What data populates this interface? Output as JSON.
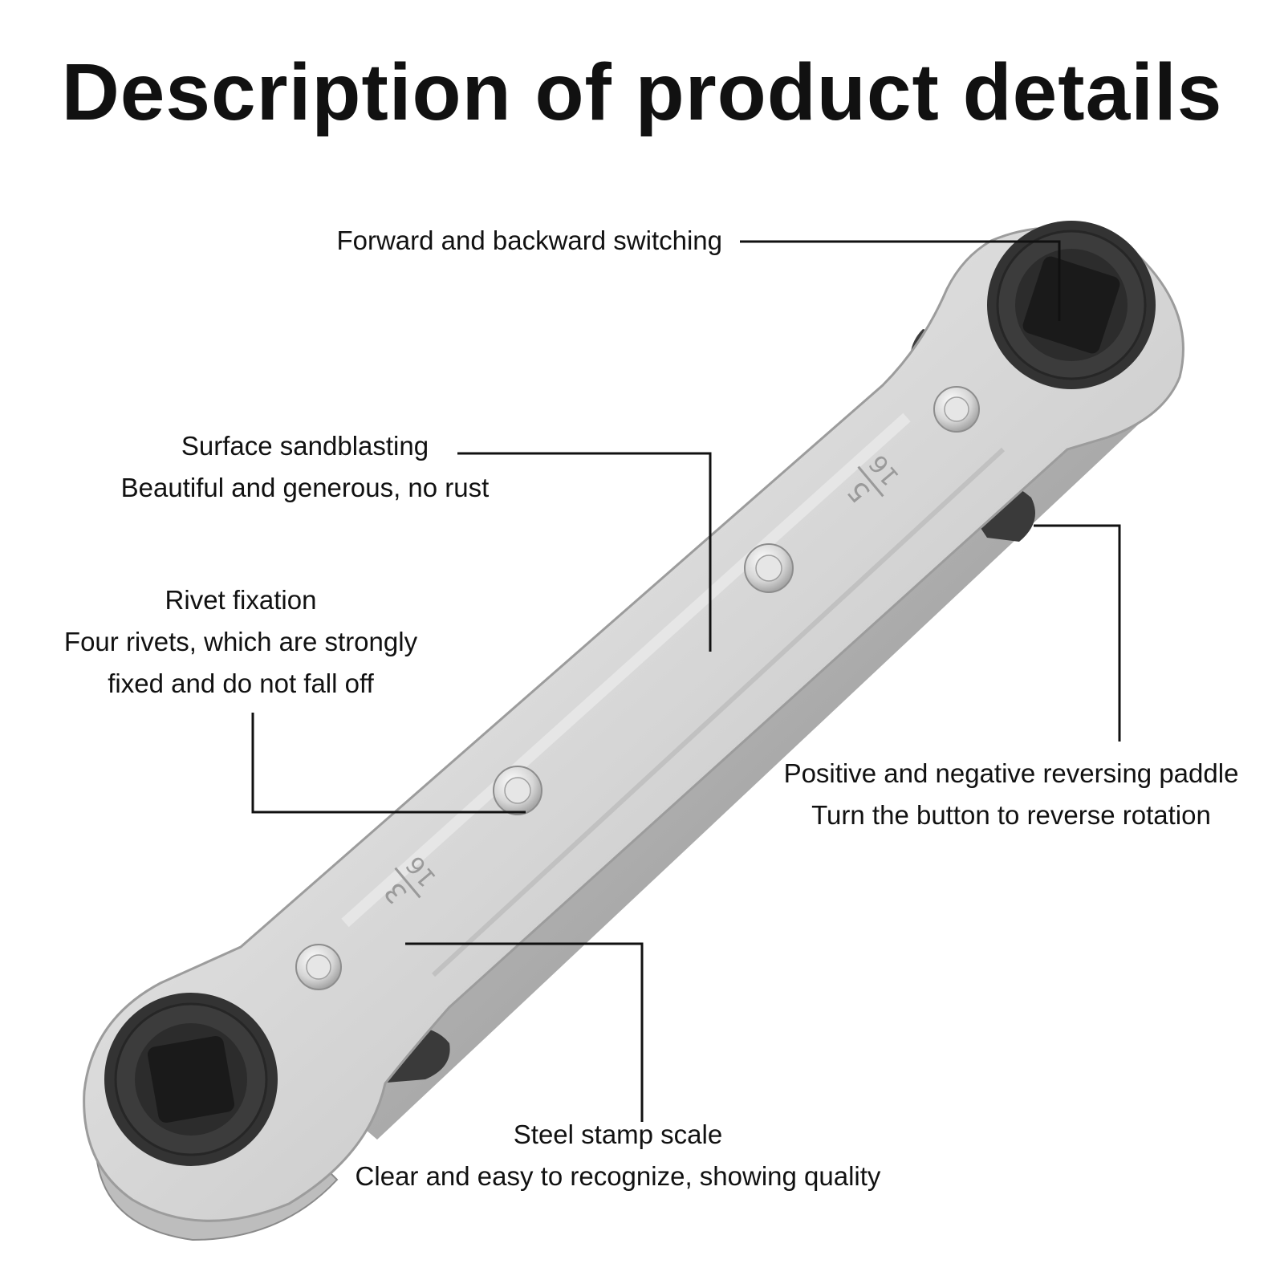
{
  "title": "Description of product details",
  "callouts": {
    "forward": {
      "line1": "Forward and backward switching"
    },
    "surface": {
      "line1": "Surface sandblasting",
      "line2": "Beautiful and generous, no rust"
    },
    "rivet": {
      "line1": "Rivet fixation",
      "line2": "Four rivets, which are strongly",
      "line3": "fixed and do not fall off"
    },
    "paddle": {
      "line1": "Positive and negative reversing paddle",
      "line2": "Turn the button to reverse rotation"
    },
    "stamp": {
      "line1": "Steel stamp scale",
      "line2": "Clear and easy to recognize, showing quality"
    }
  },
  "wrench": {
    "markings": {
      "upper": {
        "num": "5",
        "den": "16"
      },
      "lower": {
        "num": "3",
        "den": "16"
      }
    },
    "colors": {
      "steel": "#d8d8d8",
      "steel_dark": "#a9a9a9",
      "ratchet": "#3a3a3a",
      "socket": "#1e1e1e",
      "leader_line": "#111111"
    }
  }
}
